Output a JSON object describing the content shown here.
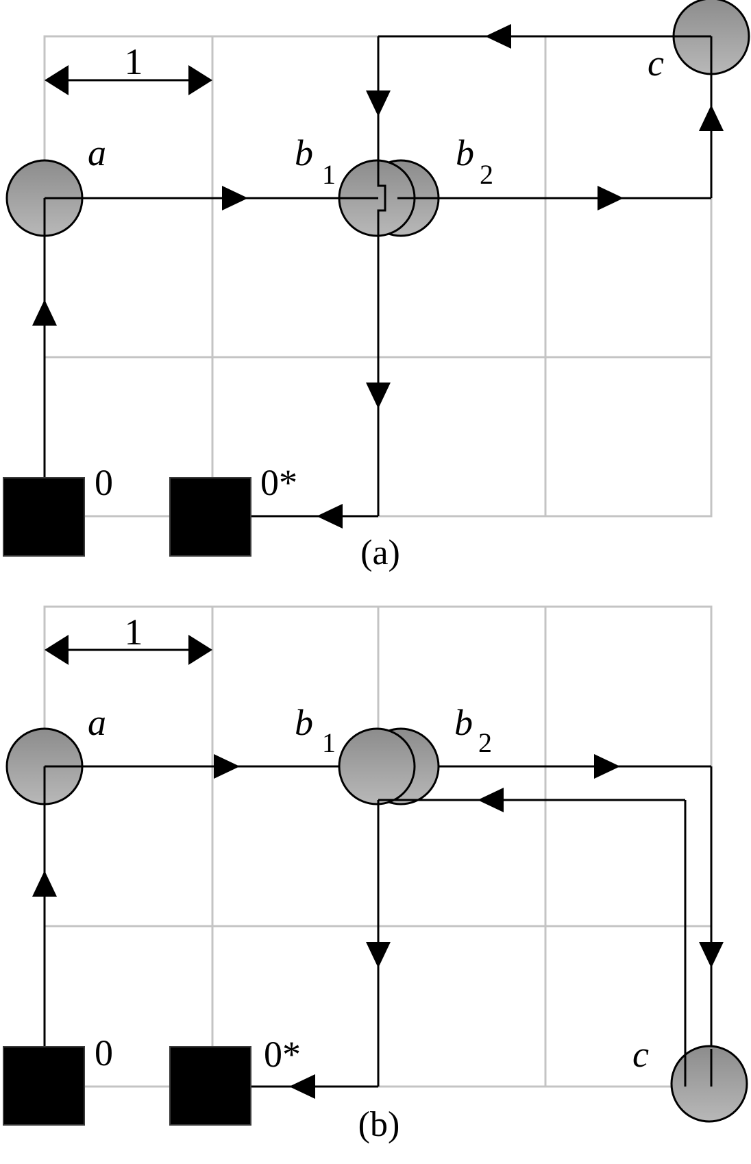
{
  "panels": [
    {
      "caption": "(a)",
      "scale_label": "1",
      "nodes": {
        "a": "a",
        "b1": "b",
        "b1_sub": "1",
        "b2": "b",
        "b2_sub": "2",
        "c": "c"
      },
      "depots": {
        "start": "0",
        "end": "0*"
      }
    },
    {
      "caption": "(b)",
      "scale_label": "1",
      "nodes": {
        "a": "a",
        "b1": "b",
        "b1_sub": "1",
        "b2": "b",
        "b2_sub": "2",
        "c": "c"
      },
      "depots": {
        "start": "0",
        "end": "0*"
      }
    }
  ],
  "colors": {
    "grid": "#c4c4c4",
    "node_fill_top": "#8c8c8c",
    "node_fill_bottom": "#b8b8b8",
    "depot_fill": "#000000",
    "path": "#000000"
  }
}
